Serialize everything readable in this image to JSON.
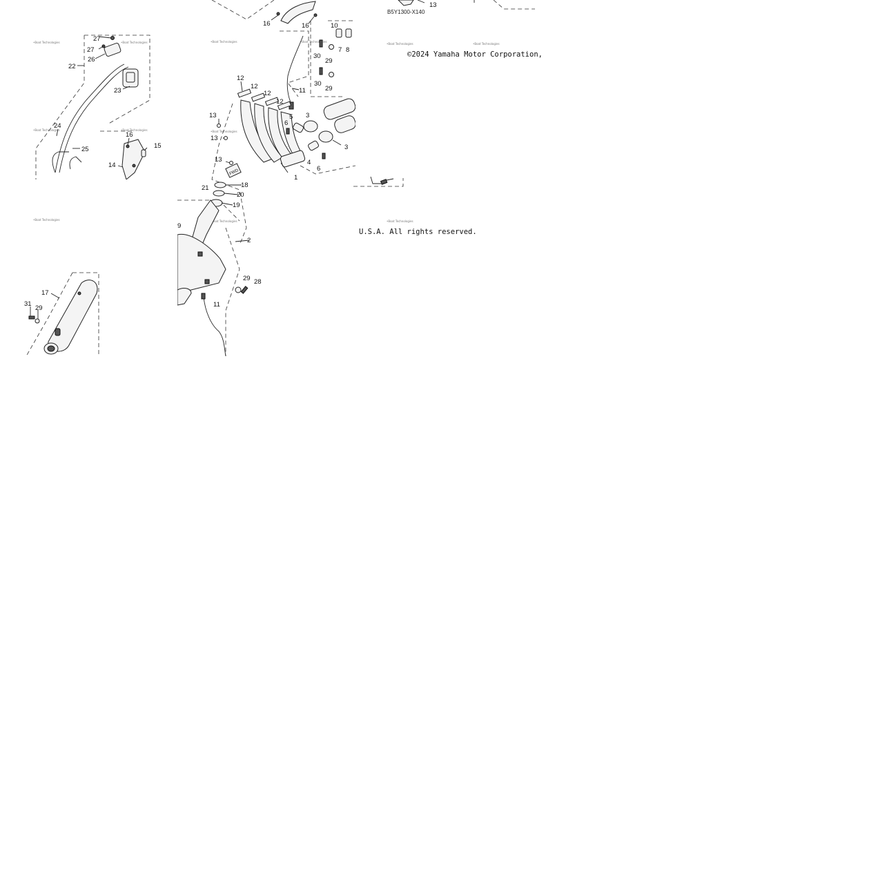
{
  "copyright": {
    "line1": "©2024 Yamaha Motor Corporation,",
    "line2": "U.S.A. All rights reserved."
  },
  "figure_code": "B5Y1300-X140",
  "watermark": "•Boat Technologies",
  "callouts": {
    "tile_a": [
      "27",
      "27",
      "26",
      "22",
      "23",
      "24",
      "25"
    ],
    "tile_b": [
      "16",
      "15",
      "14"
    ],
    "tile_c": [
      "16",
      "16",
      "10",
      "7",
      "8",
      "30",
      "29",
      "30",
      "29",
      "11",
      "12",
      "12",
      "12",
      "12",
      "13",
      "13",
      "13",
      "5",
      "6",
      "3",
      "3",
      "4",
      "6",
      "1",
      "21",
      "18",
      "20",
      "19",
      "2",
      "29",
      "28",
      "11",
      "9",
      "13"
    ],
    "tile_d": [
      "17",
      "31",
      "29"
    ]
  }
}
